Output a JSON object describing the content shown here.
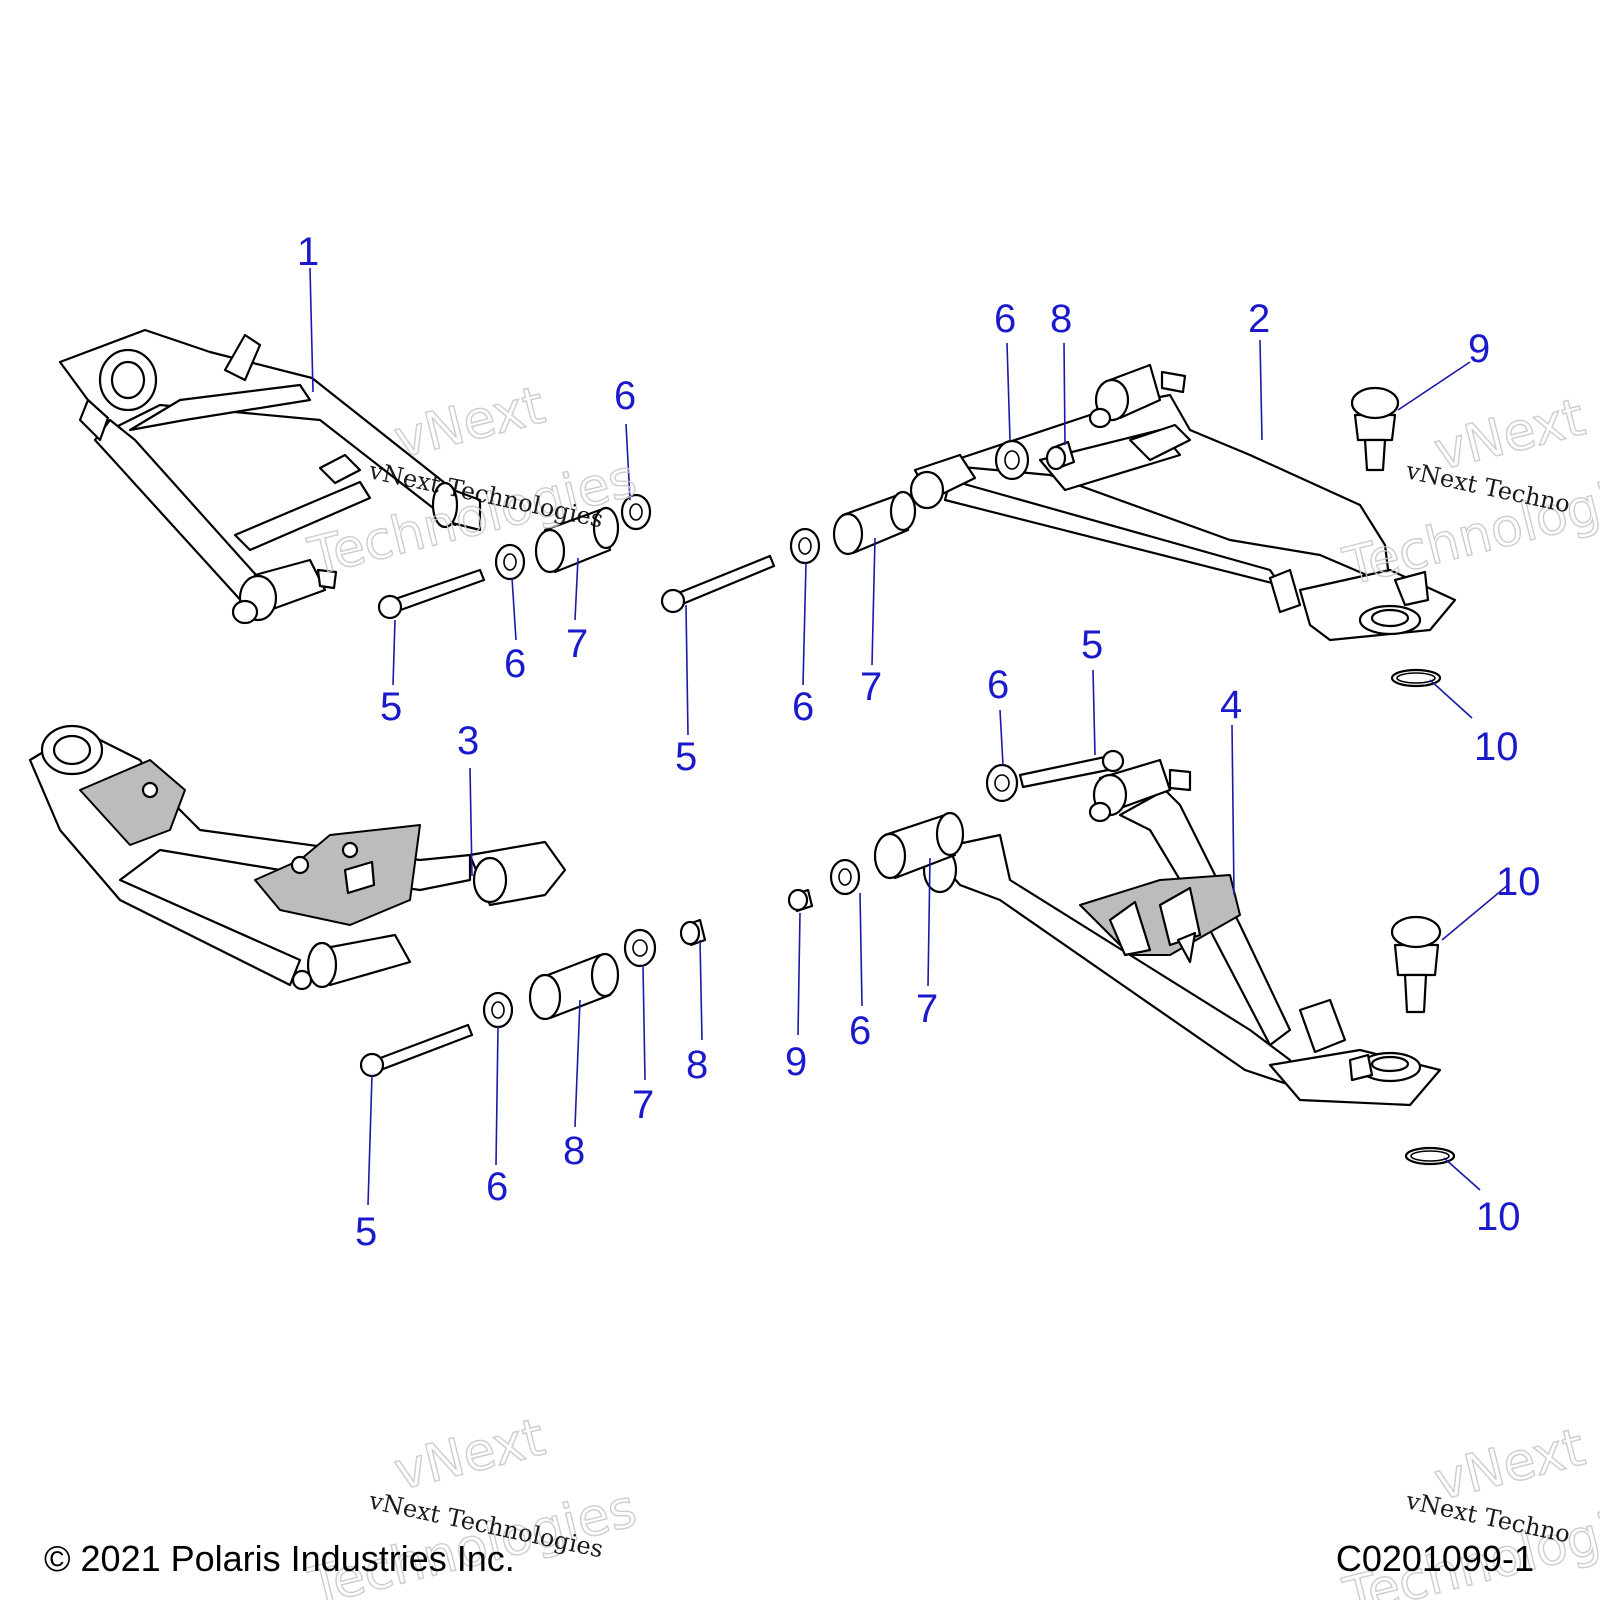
{
  "callouts": [
    {
      "label": "1"
    },
    {
      "label": "2"
    },
    {
      "label": "3"
    },
    {
      "label": "4"
    },
    {
      "label": "5"
    },
    {
      "label": "5"
    },
    {
      "label": "5"
    },
    {
      "label": "5"
    },
    {
      "label": "6"
    },
    {
      "label": "6"
    },
    {
      "label": "6"
    },
    {
      "label": "6"
    },
    {
      "label": "6"
    },
    {
      "label": "6"
    },
    {
      "label": "6"
    },
    {
      "label": "7"
    },
    {
      "label": "7"
    },
    {
      "label": "7"
    },
    {
      "label": "7"
    },
    {
      "label": "8"
    },
    {
      "label": "8"
    },
    {
      "label": "8"
    },
    {
      "label": "9"
    },
    {
      "label": "9"
    },
    {
      "label": "10"
    },
    {
      "label": "10"
    }
  ],
  "watermark": {
    "big_line1": "vNext",
    "big_line2": "Technologies",
    "small": "vNext Technologies",
    "small_cut": "vNext Techno"
  },
  "footer": {
    "copyright": "© 2021 Polaris Industries Inc.",
    "figure_id": "C0201099-1"
  },
  "colors": {
    "callout": "#1a1acc",
    "line_art": "#000000",
    "plate_fill": "#bcbcbc"
  }
}
